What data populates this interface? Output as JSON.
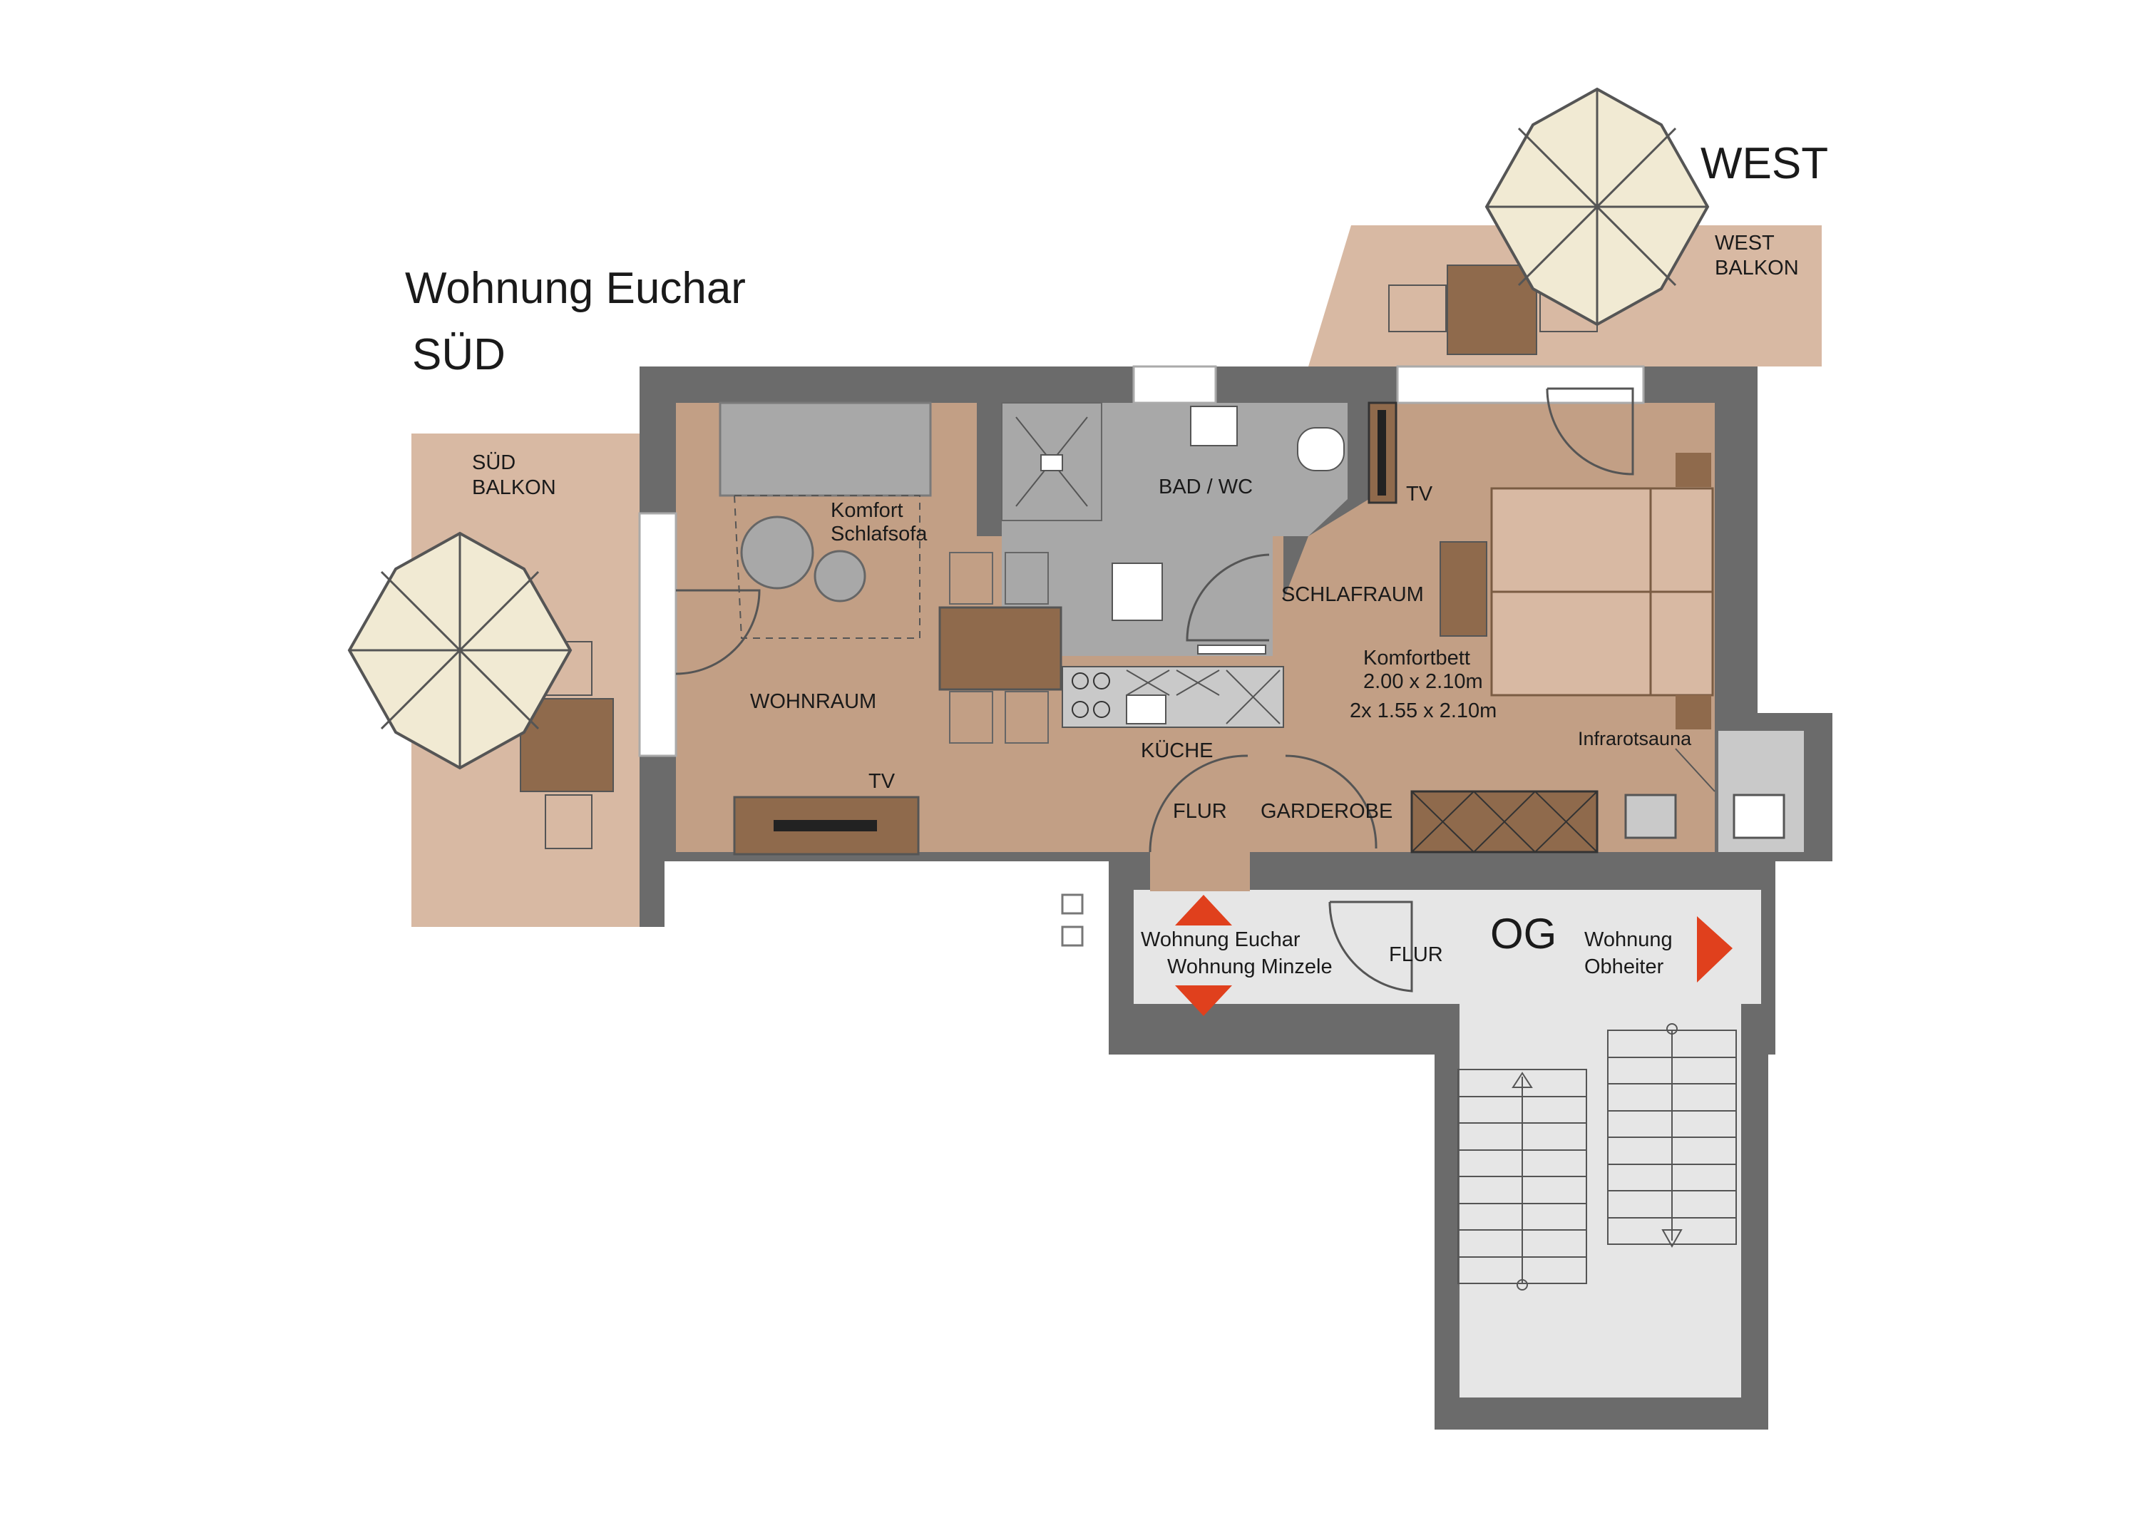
{
  "title": "Wohnung Euchar",
  "orientation_sud": "SÜD",
  "orientation_west": "WEST",
  "rooms": {
    "sud_balkon": [
      "SÜD",
      "BALKON"
    ],
    "west_balkon": [
      "WEST",
      "BALKON"
    ],
    "wohnraum": "WOHNRAUM",
    "sofa": [
      "Komfort",
      "Schlafsofa"
    ],
    "tv_wohn": "TV",
    "bad": "BAD / WC",
    "schlafraum": "SCHLAFRAUM",
    "tv_schlaf": "TV",
    "bett": [
      "Komfortbett",
      "2.00 x 2.10m",
      "2x 1.55 x 2.10m"
    ],
    "kueche": "KÜCHE",
    "flur": "FLUR",
    "garderobe": "GARDEROBE",
    "sauna": "Infrarotsauna",
    "flur_og": "FLUR",
    "og": "OG",
    "wohnung_euchar": "Wohnung Euchar",
    "wohnung_minzele": "Wohnung Minzele",
    "wohnung_obheiter": [
      "Wohnung",
      "Obheiter"
    ]
  },
  "colors": {
    "wall": "#6b6b6b",
    "room_floor": "#c29f85",
    "balcony": "#d8b9a3",
    "bath": "#a8a8a8",
    "hall": "#e6e6e6",
    "furniture": "#8f6a4c",
    "umbrella": "#f1ead3",
    "arrow": "#e0401d"
  }
}
